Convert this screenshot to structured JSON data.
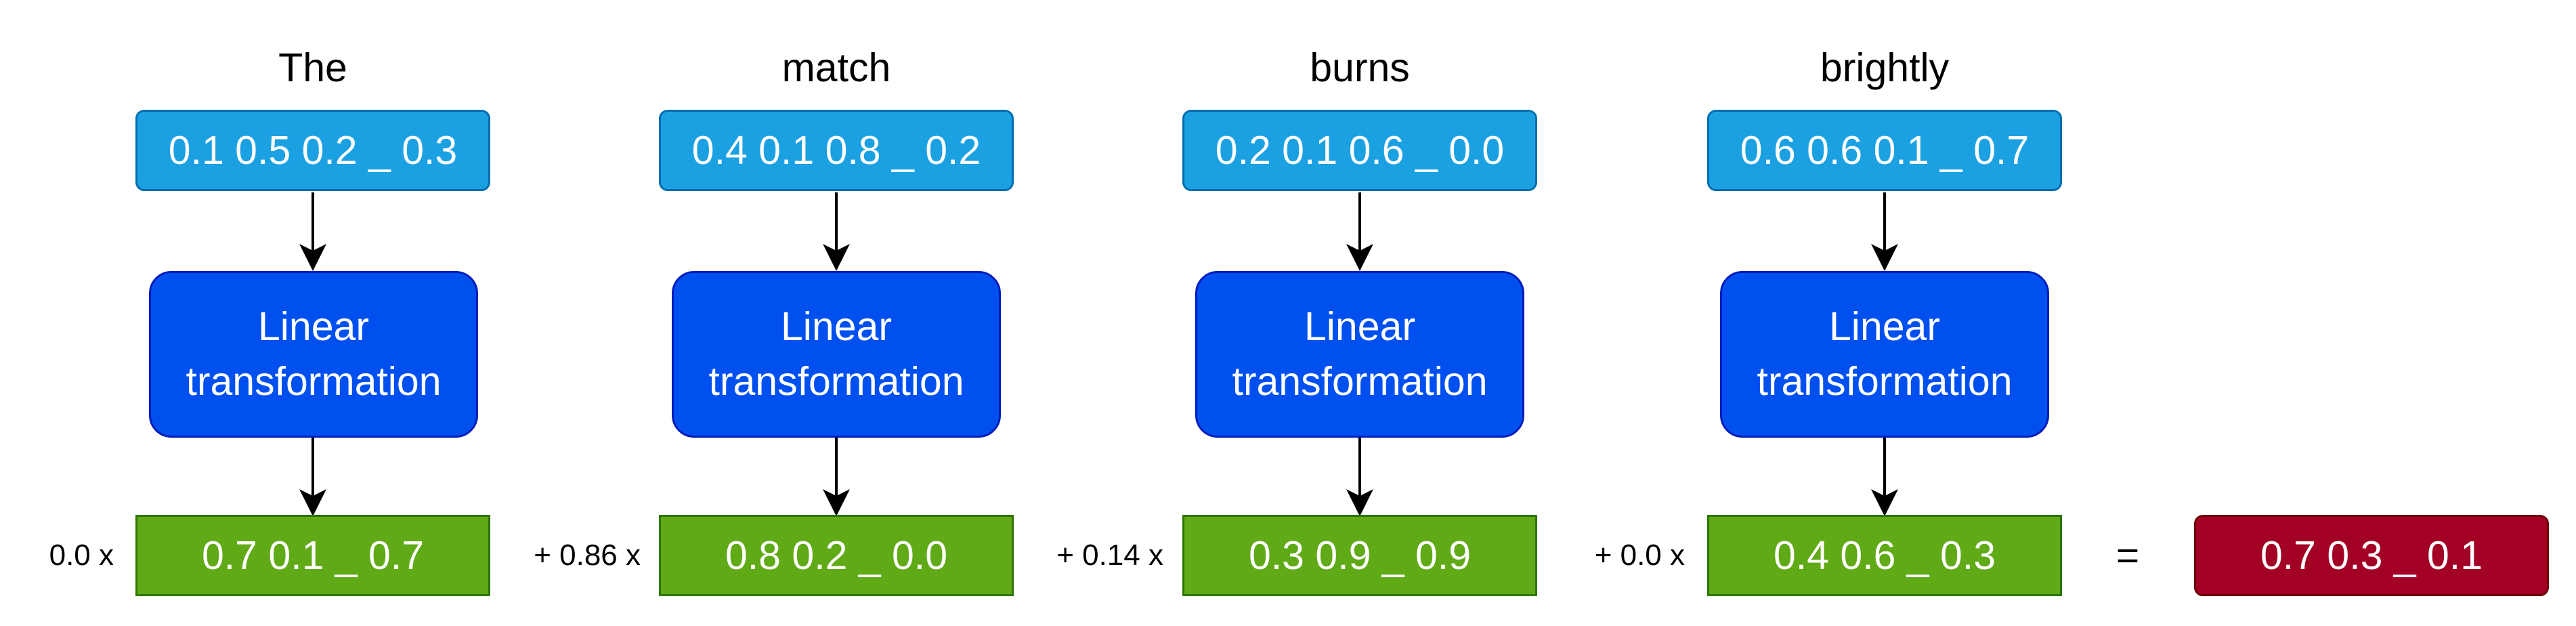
{
  "columns": [
    {
      "word": "The",
      "embedding": "0.1 0.5 0.2 _ 0.3",
      "coefficient": "0.0 x",
      "output": "0.7 0.1 _ 0.7"
    },
    {
      "word": "match",
      "embedding": "0.4 0.1 0.8 _ 0.2",
      "coefficient": "+ 0.86 x",
      "output": "0.8 0.2 _ 0.0"
    },
    {
      "word": "burns",
      "embedding": "0.2 0.1 0.6 _ 0.0",
      "coefficient": "+ 0.14 x",
      "output": "0.3 0.9 _ 0.9"
    },
    {
      "word": "brightly",
      "embedding": "0.6 0.6 0.1 _ 0.7",
      "coefficient": "+ 0.0 x",
      "output": "0.4 0.6 _ 0.3"
    }
  ],
  "linear": {
    "line1": "Linear",
    "line2": "transformation"
  },
  "equals": "=",
  "result": "0.7 0.3 _ 0.1",
  "colors": {
    "embedding_fill": "#1ba1e2",
    "linear_fill": "#0050ef",
    "output_fill": "#60a917",
    "result_fill": "#a20025"
  }
}
